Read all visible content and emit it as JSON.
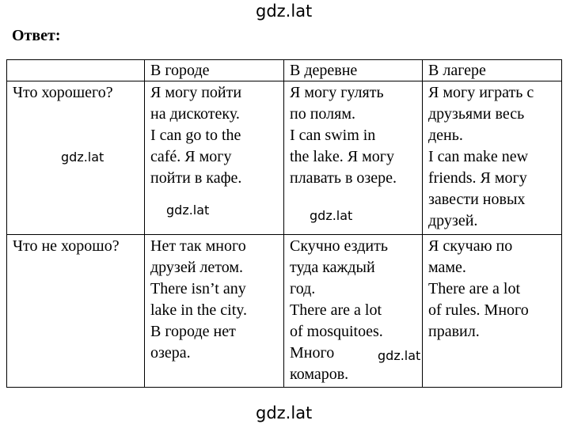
{
  "watermarks": {
    "top": "gdz.lat",
    "bottom": "gdz.lat",
    "a": "gdz.lat",
    "b": "gdz.lat",
    "c": "gdz.lat",
    "d": "gdz.lat"
  },
  "answer_label": "Ответ:",
  "table": {
    "headers": [
      "",
      "В городе",
      "В деревне",
      "В лагере"
    ],
    "rows": [
      {
        "label": "Что хорошего?",
        "cells": [
          [
            "Я могу пойти",
            "на дискотеку.",
            "I can go to the",
            "café. Я могу",
            "пойти в кафе."
          ],
          [
            "Я могу гулять",
            "по полям.",
            "I can swim in",
            "the lake. Я могу",
            "плавать в озере."
          ],
          [
            "Я могу играть с",
            "друзьями весь",
            "день.",
            "I can make new",
            "friends. Я могу",
            "завести новых",
            "друзей."
          ]
        ]
      },
      {
        "label": "Что не хорошо?",
        "cells": [
          [
            "Нет так много",
            "друзей летом.",
            "There isn’t any",
            "lake in the city.",
            "В городе нет",
            "озера."
          ],
          [
            "Скучно ездить",
            "туда каждый",
            "год.",
            "There are a lot",
            "of mosquitoes.",
            "Много",
            "комаров."
          ],
          [
            "Я скучаю по",
            "маме.",
            "There are a lot",
            "of rules. Много",
            "правил."
          ]
        ]
      }
    ]
  }
}
